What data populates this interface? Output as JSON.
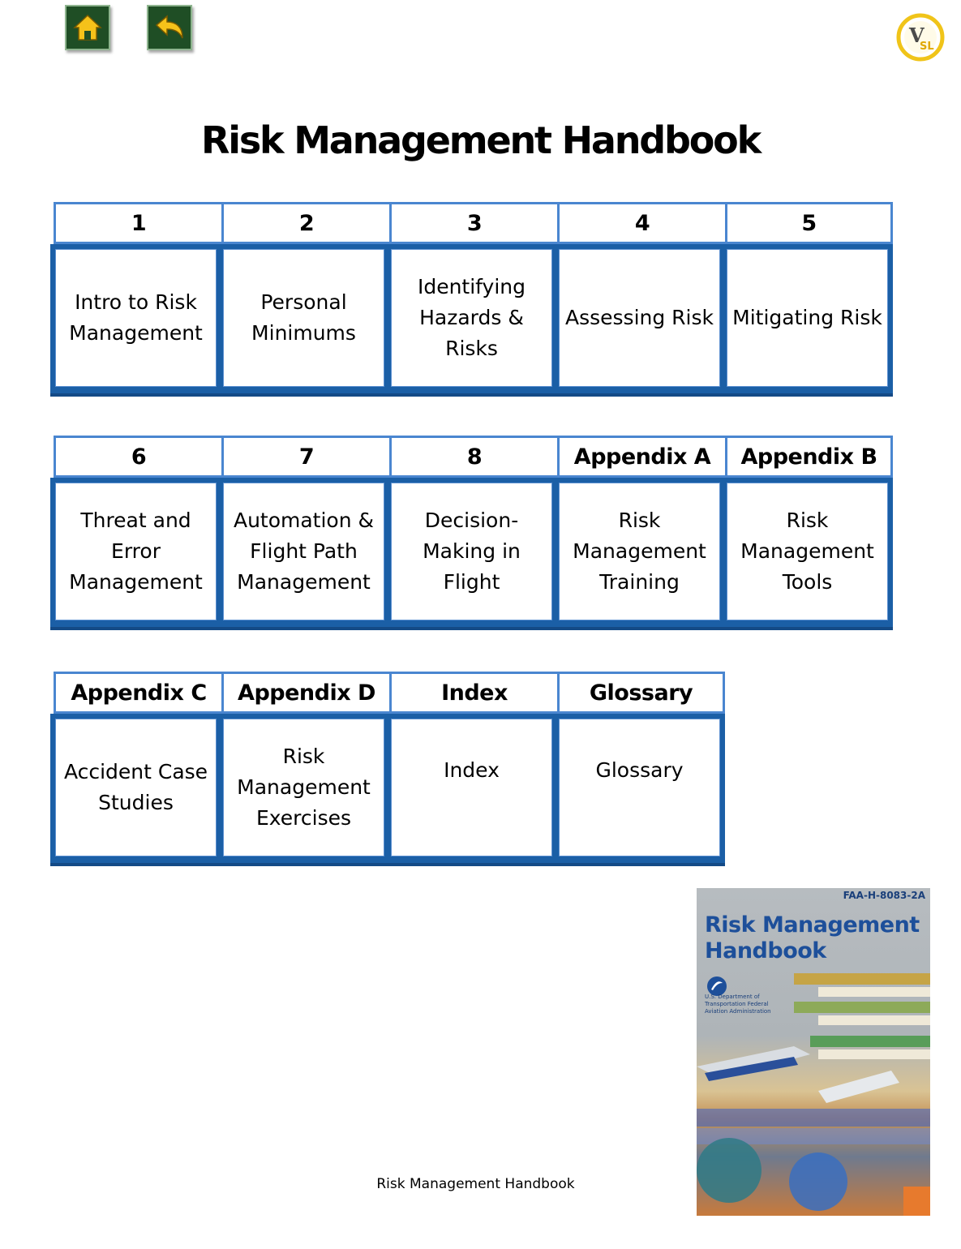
{
  "nav": {
    "home_icon": "home-icon",
    "back_icon": "back-arrow-icon",
    "button_color": "#1f4e25",
    "icon_color": "#f5c21a"
  },
  "logo": {
    "text_main": "V",
    "text_sub": "SL"
  },
  "title": "Risk Management Handbook",
  "sections": [
    {
      "headers": [
        "1",
        "2",
        "3",
        "4",
        "5"
      ],
      "cells": [
        "Intro to Risk Management",
        "Personal Minimums",
        "Identifying Hazards & Risks",
        "Assessing Risk",
        "Mitigating Risk"
      ]
    },
    {
      "headers": [
        "6",
        "7",
        "8",
        "Appendix A",
        "Appendix B"
      ],
      "cells": [
        "Threat and Error Management",
        "Automation & Flight Path Management",
        "Decision-Making in Flight",
        "Risk Management Training",
        "Risk Management Tools"
      ]
    },
    {
      "headers": [
        "Appendix C",
        "Appendix D",
        "Index",
        "Glossary"
      ],
      "cells": [
        "Accident Case Studies",
        "Risk Management Exercises",
        "Index",
        "Glossary"
      ]
    }
  ],
  "cover": {
    "number": "FAA-H-8083-2A",
    "title": "Risk Management Handbook",
    "dept": "U.S. Department of Transportation Federal Aviation Administration"
  },
  "footer": "Risk Management Handbook",
  "colors": {
    "header_border": "#4a86d0",
    "cell_frame": "#1b5fa6"
  }
}
